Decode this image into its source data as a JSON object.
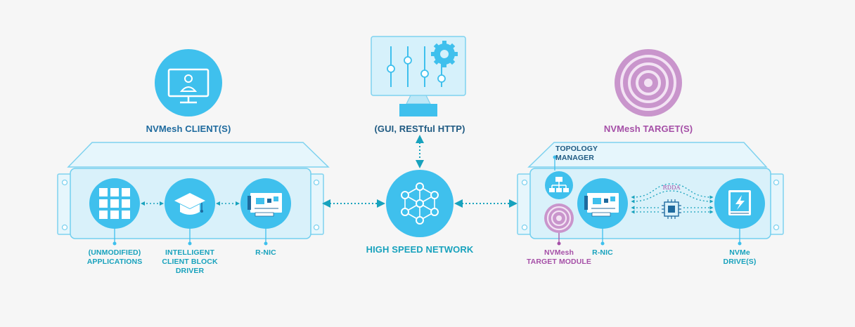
{
  "client": {
    "title": "NVMesh CLIENT(S)",
    "components": [
      {
        "label": "(UNMODIFIED)\nAPPLICATIONS",
        "icon": "grid-icon"
      },
      {
        "label": "INTELLIGENT\nCLIENT BLOCK\nDRIVER",
        "icon": "graduation-cap-icon"
      },
      {
        "label": "R-NIC",
        "icon": "network-card-icon"
      }
    ]
  },
  "management": {
    "label": "(GUI, RESTful HTTP)",
    "icon": "monitor-sliders-gear-icon"
  },
  "network": {
    "label": "HIGH SPEED NETWORK",
    "icon": "mesh-network-icon"
  },
  "target": {
    "title": "NVMesh TARGET(S)",
    "topology_label": "TOPOLOGY\nMANAGER",
    "module_label": "NVMesh\nTARGET MODULE",
    "rnic_label": "R-NIC",
    "rdda_label": "RDDA",
    "drive_label": "NVMe\nDRIVE(S)"
  },
  "colors": {
    "client_blue": "#1e6a9e",
    "accent_teal": "#18a2bd",
    "circle_blue": "#3fc0ed",
    "target_purple": "#a54fa7",
    "panel_fill": "#ddf3fb",
    "panel_stroke": "#72cfef"
  }
}
